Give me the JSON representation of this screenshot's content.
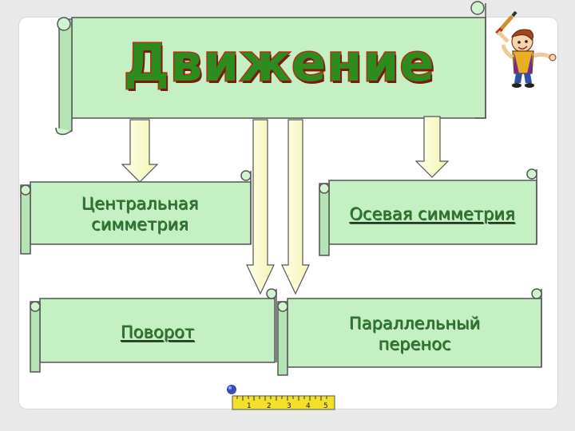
{
  "title": "Движение",
  "boxes": {
    "central": [
      "Центральная",
      "симметрия"
    ],
    "axial": [
      "Осевая симметрия"
    ],
    "rotation": [
      "Поворот"
    ],
    "parallel": [
      "Параллельный",
      "перенос"
    ]
  },
  "ruler": {
    "numbers": [
      "1",
      "2",
      "3",
      "4",
      "5"
    ]
  },
  "colors": {
    "scroll_fill": "#c4f0c4",
    "arrow_fill": "#ffffcc",
    "title_fill": "#2e8b1e",
    "title_outline": "#b03018"
  }
}
